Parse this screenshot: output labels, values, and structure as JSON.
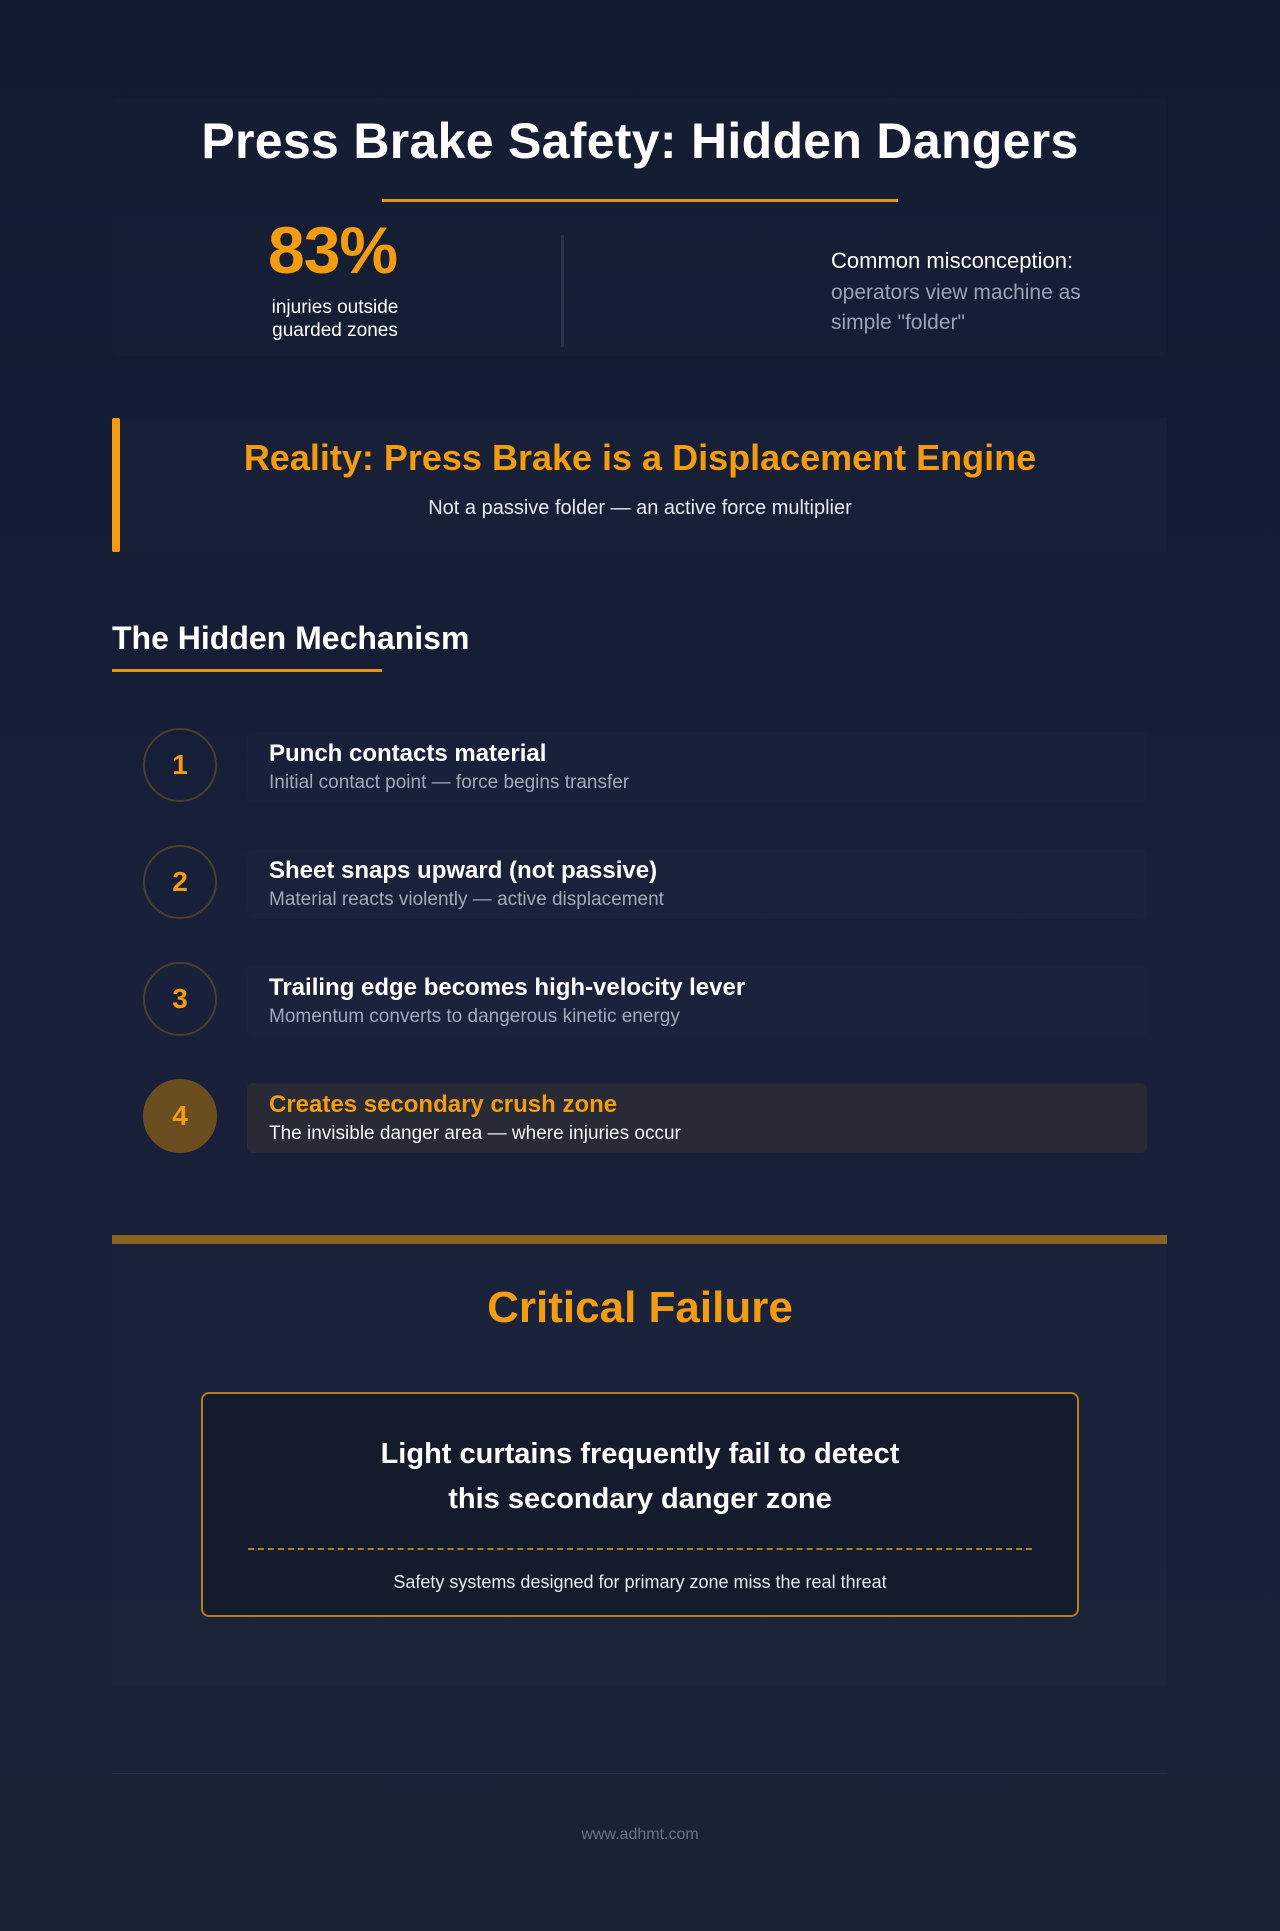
{
  "hero": {
    "title": "Press Brake Safety: Hidden Dangers",
    "stat_value": "83%",
    "stat_label": "injuries outside guarded zones",
    "misconception_heading": "Common misconception:",
    "misconception_body": "operators view machine as simple \"folder\""
  },
  "reality": {
    "title": "Reality: Press Brake is a Displacement Engine",
    "subtitle": "Not a passive folder — an active force multiplier"
  },
  "mechanism": {
    "title": "The Hidden Mechanism",
    "steps": [
      {
        "number": "1",
        "title": "Punch contacts material",
        "desc": "Initial contact point — force begins transfer"
      },
      {
        "number": "2",
        "title": "Sheet snaps upward (not passive)",
        "desc": "Material reacts violently — active displacement"
      },
      {
        "number": "3",
        "title": "Trailing edge becomes high-velocity lever",
        "desc": "Momentum converts to dangerous kinetic energy"
      },
      {
        "number": "4",
        "title": "Creates secondary crush zone",
        "desc": "The invisible danger area — where injuries occur"
      }
    ]
  },
  "failure": {
    "title": "Critical Failure",
    "statement": "Light curtains frequently fail to detect\nthis secondary danger zone",
    "note": "Safety systems designed for primary zone miss the real threat"
  },
  "footer": {
    "url": "www.adhmt.com"
  },
  "colors": {
    "accent": "#f39c12",
    "background": "#111a2e",
    "muted_text": "#9aa3b4"
  }
}
